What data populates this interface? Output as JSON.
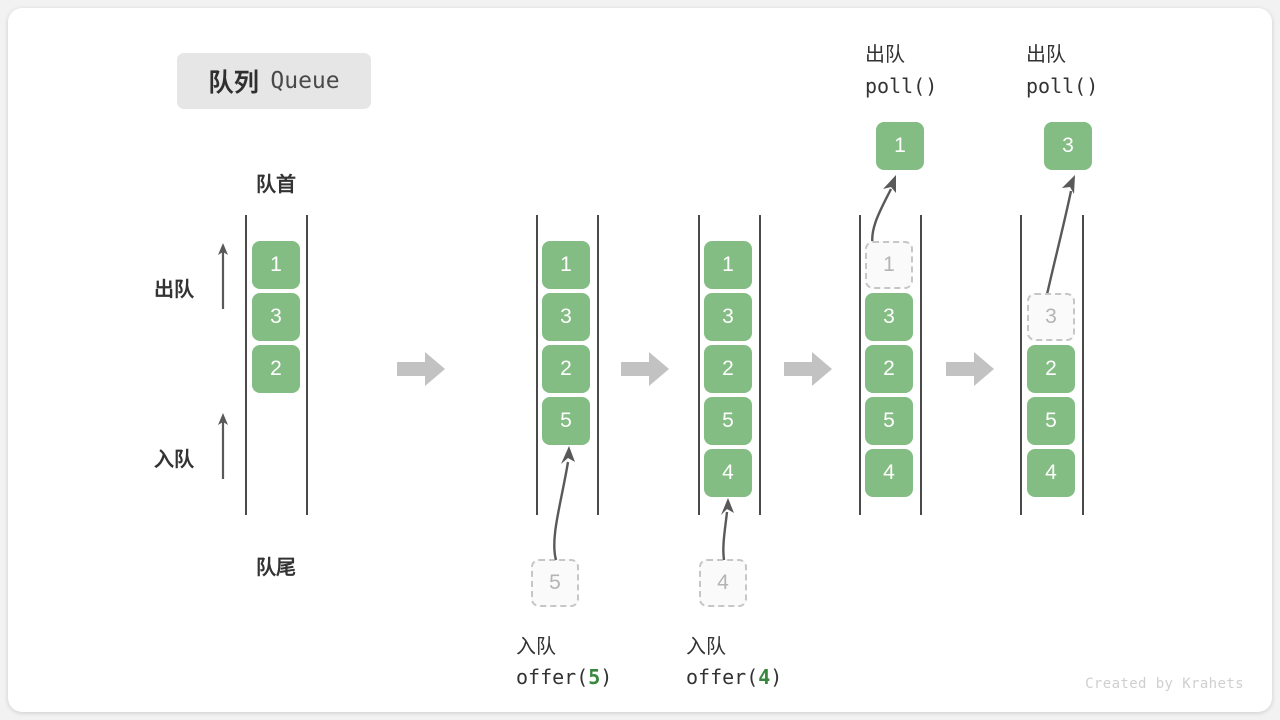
{
  "title": {
    "cn": "队列",
    "en": "Queue"
  },
  "labels": {
    "front": "队首",
    "rear": "队尾",
    "dequeue": "出队",
    "enqueue": "入队"
  },
  "credit": "Created by Krahets",
  "colors": {
    "element": "#83bd83",
    "ghost_fill": "#fafafa",
    "ghost_border": "#c6c6c6",
    "rail": "#4a4a4a",
    "stage_arrow": "#c2c2c2",
    "badge_bg": "#e6e6e6",
    "accent_green": "#37883c",
    "text": "#333333"
  },
  "stages": [
    {
      "id": "initial",
      "elements": [
        "1",
        "3",
        "2"
      ],
      "ghost_index": null,
      "top_label": null,
      "bottom_label": null,
      "side_labels": {
        "top": "队首",
        "bottom": "队尾"
      },
      "dir_labels": [
        {
          "name": "dequeue",
          "text": "出队"
        },
        {
          "name": "enqueue",
          "text": "入队"
        }
      ]
    },
    {
      "id": "offer-5",
      "elements": [
        "1",
        "3",
        "2",
        "5"
      ],
      "ghost_index": null,
      "incoming": "5",
      "bottom_label": {
        "cn": "入队",
        "code_prefix": "offer(",
        "code_value": "5",
        "code_suffix": ")"
      }
    },
    {
      "id": "offer-4",
      "elements": [
        "1",
        "3",
        "2",
        "5",
        "4"
      ],
      "ghost_index": null,
      "incoming": "4",
      "bottom_label": {
        "cn": "入队",
        "code_prefix": "offer(",
        "code_value": "4",
        "code_suffix": ")"
      }
    },
    {
      "id": "poll-1",
      "elements": [
        "1",
        "3",
        "2",
        "5",
        "4"
      ],
      "ghost_index": 0,
      "outgoing": "1",
      "top_label": {
        "cn": "出队",
        "code": "poll()"
      }
    },
    {
      "id": "poll-3",
      "elements": [
        "3",
        "2",
        "5",
        "4"
      ],
      "ghost_index": 0,
      "outgoing": "3",
      "top_label": {
        "cn": "出队",
        "code": "poll()"
      }
    }
  ],
  "stage_arrows": [
    {
      "name": "stage-arrow-1"
    },
    {
      "name": "stage-arrow-2"
    },
    {
      "name": "stage-arrow-3"
    },
    {
      "name": "stage-arrow-4"
    }
  ]
}
